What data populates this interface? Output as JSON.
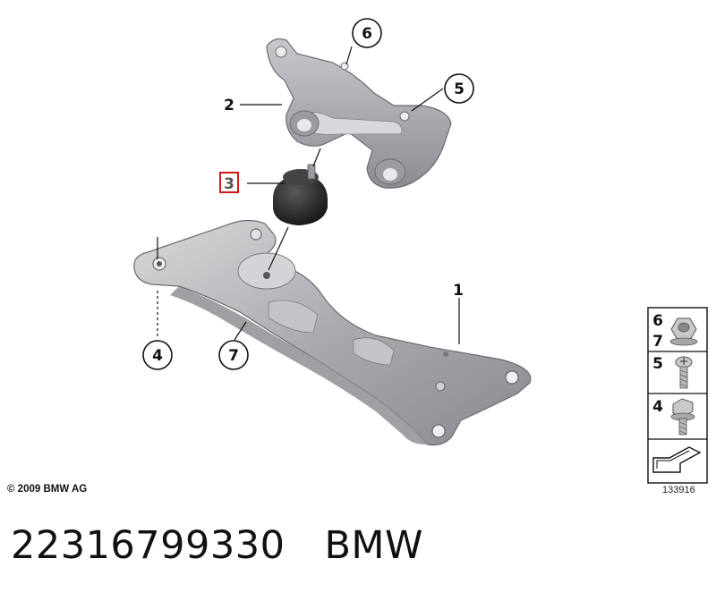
{
  "callouts": {
    "c1": "1",
    "c2": "2",
    "c3": "3",
    "c4": "4",
    "c5": "5",
    "c6": "6",
    "c7": "7"
  },
  "legend": {
    "row1_top": "6",
    "row1_bottom": "7",
    "row2": "5",
    "row3": "4"
  },
  "copyright": "© 2009 BMW AG",
  "diagram_id": "133916",
  "caption": {
    "part_number": "22316799330",
    "brand": "BMW"
  },
  "colors": {
    "highlight_box": "#cc0000",
    "part_fill": "#b8b8bc",
    "part_shadow": "#7d7d82",
    "rubber": "#2a2a2a"
  }
}
